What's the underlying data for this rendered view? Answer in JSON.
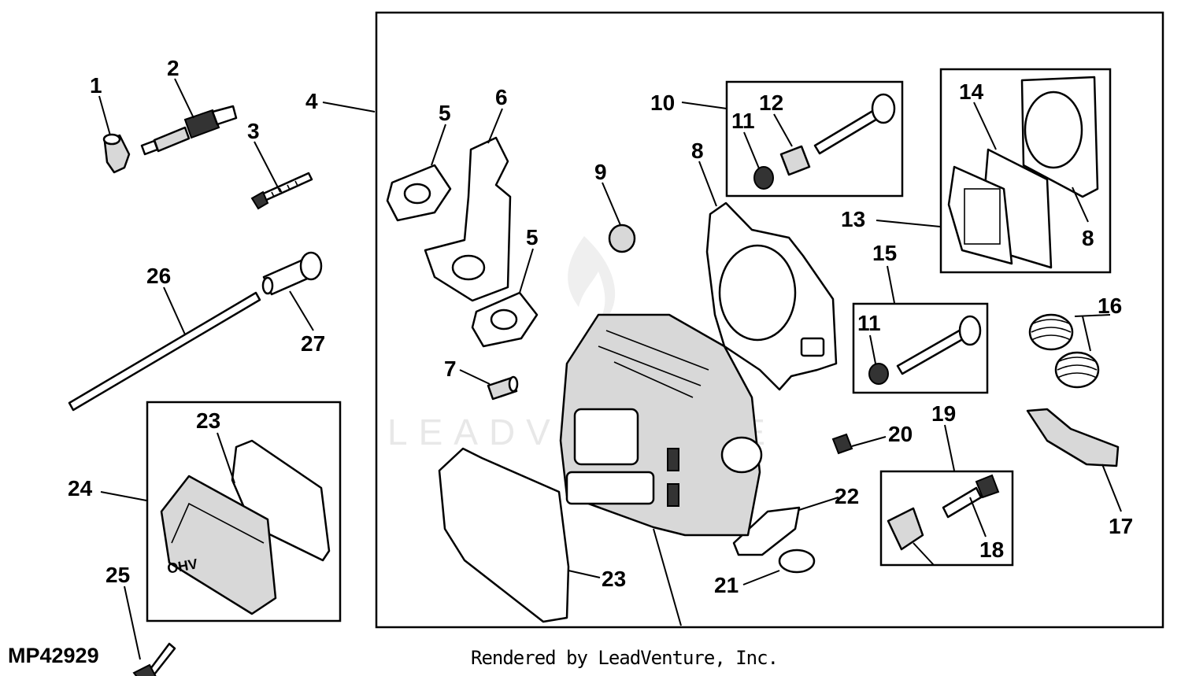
{
  "diagram_code": "MP42929",
  "credit": "Rendered by LeadVenture, Inc.",
  "watermark": "LEADVENTURE",
  "callouts": {
    "c1": "1",
    "c2": "2",
    "c3": "3",
    "c4": "4",
    "c5a": "5",
    "c5b": "5",
    "c6": "6",
    "c7": "7",
    "c8a": "8",
    "c8b": "8",
    "c9": "9",
    "c10": "10",
    "c11a": "11",
    "c11b": "11",
    "c12": "12",
    "c13": "13",
    "c14": "14",
    "c15": "15",
    "c16": "16",
    "c17": "17",
    "c18": "18",
    "c19": "19",
    "c20": "20",
    "c21": "21",
    "c22": "22",
    "c23a": "23",
    "c23b": "23",
    "c24": "24",
    "c25": "25",
    "c26": "26",
    "c27": "27"
  },
  "badges": {
    "ohv": "OHV"
  }
}
